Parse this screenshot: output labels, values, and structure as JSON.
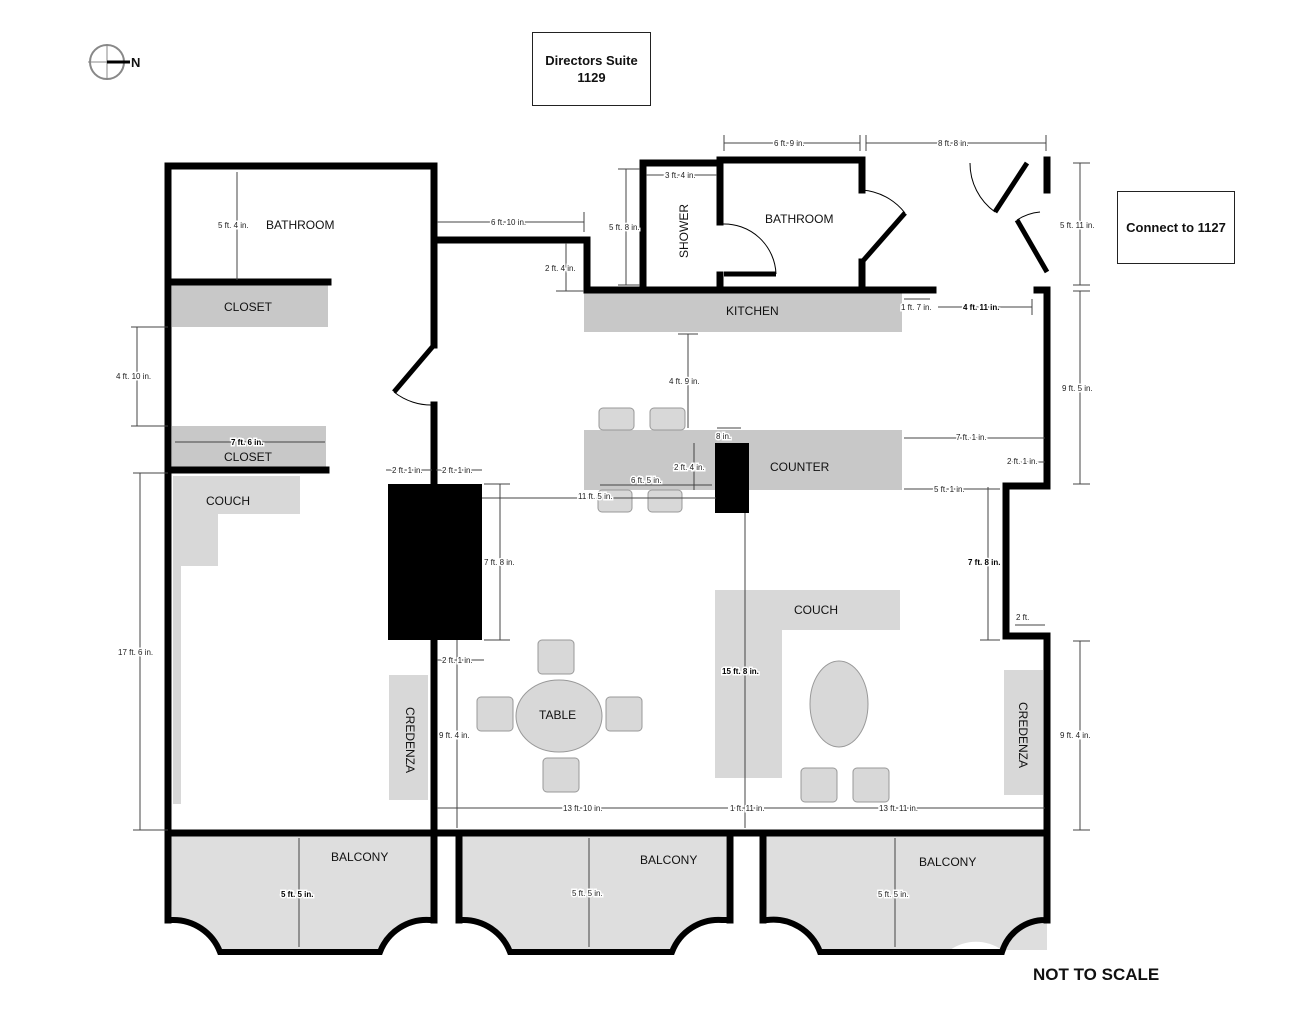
{
  "title": {
    "line1": "Directors Suite",
    "line2": "1129"
  },
  "compass": {
    "label": "N"
  },
  "connect": "Connect to 1127",
  "footer": "NOT TO SCALE",
  "rooms": {
    "bathroom_left": "BATHROOM",
    "closet_top": "CLOSET",
    "closet_bottom": "CLOSET",
    "couch_left": "COUCH",
    "shower": "SHOWER",
    "bathroom_right": "BATHROOM",
    "kitchen": "KITCHEN",
    "counter": "COUNTER",
    "couch_right": "COUCH",
    "table": "TABLE",
    "credenza_left": "CREDENZA",
    "credenza_right": "CREDENZA",
    "balcony_1": "BALCONY",
    "balcony_2": "BALCONY",
    "balcony_3": "BALCONY"
  },
  "dims": {
    "bath_left_height": "5 ft. 4 in.",
    "closet_gap": "4 ft. 10 in.",
    "closet_width": "7 ft. 6 in.",
    "left_wall_height": "17 ft. 6 in.",
    "hall_width": "6 ft. 10 in.",
    "hall_step": "2 ft. 4 in.",
    "shower_width": "3 ft. 4 in.",
    "shower_height": "5 ft. 8 in.",
    "bath_right_width": "6 ft. 9 in.",
    "entry_width": "8 ft. 8 in.",
    "entry_height": "5 ft. 11 in.",
    "kitchen_end": "1 ft. 7 in.",
    "entry_gap": "4 ft. 11 in.",
    "right_upper_height": "9 ft. 5 in.",
    "kitchen_to_counter": "4 ft. 9 in.",
    "counter_post": "8 in.",
    "counter_right": "7 ft. 1 in.",
    "counter_depth": "2 ft. 4 in.",
    "counter_length": "6 ft. 5 in.",
    "wall_jog": "2 ft. 1 in.",
    "pillar_left": "2 ft. 1 in.",
    "pillar_right": "2 ft. 1 in.",
    "pillar_span": "11 ft. 5 in.",
    "counter_to_wall": "5 ft. 1 in.",
    "pillar_height": "7 ft. 8 in.",
    "right_alcove_height": "7 ft. 8 in.",
    "right_step": "2 ft.",
    "pillar_below": "2 ft. 1 in.",
    "living_depth": "15 ft. 8 in.",
    "living_left_height": "9 ft. 4 in.",
    "right_lower_height": "9 ft. 4 in.",
    "living_left_width": "13 ft. 10 in.",
    "living_mid": "1 ft. 11 in.",
    "living_right_width": "13 ft. 11 in.",
    "balcony_1_depth": "5 ft. 5 in.",
    "balcony_2_depth": "5 ft. 5 in.",
    "balcony_3_depth": "5 ft. 5 in."
  },
  "colors": {
    "wall": "#000000",
    "fixture": "#c8c8c8",
    "furniture": "#d8d8d8",
    "balcony": "#dedede",
    "pillar": "#000000"
  }
}
